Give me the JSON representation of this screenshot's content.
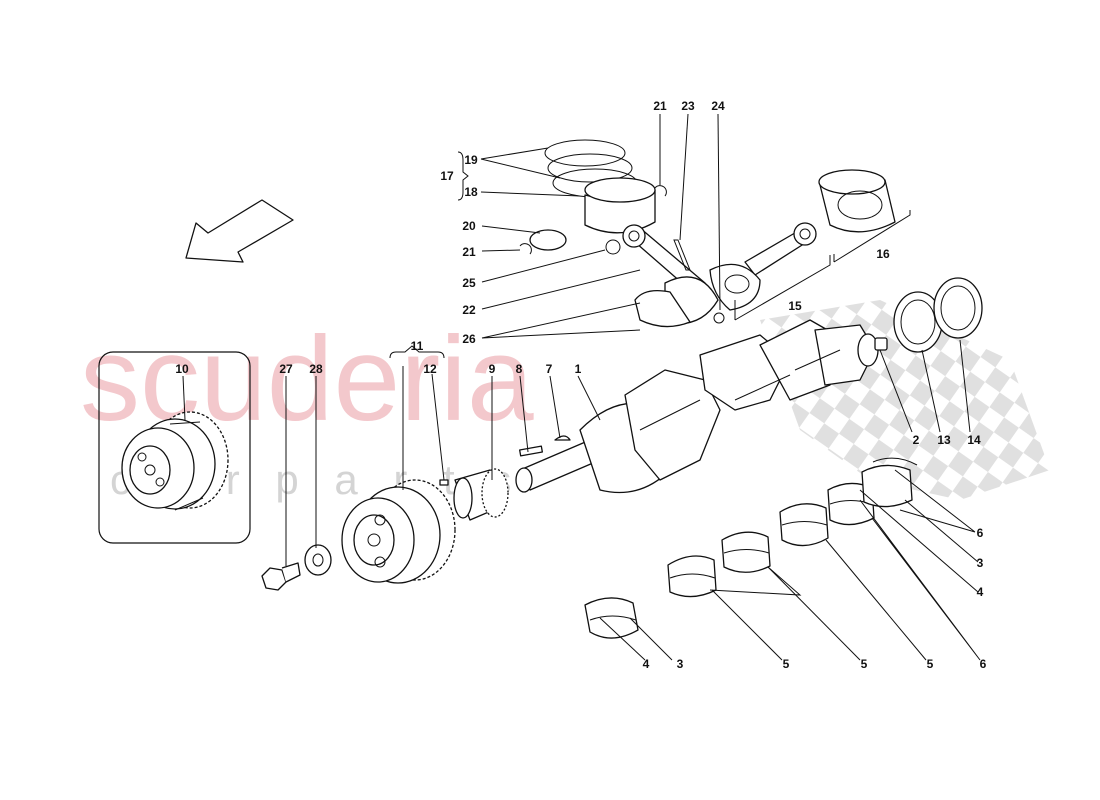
{
  "watermark": {
    "main": "scuderia",
    "sub": "c a r   p a r t s"
  },
  "callouts": {
    "c1": "1",
    "c2": "2",
    "c3a": "3",
    "c3b": "3",
    "c4a": "4",
    "c4b": "4",
    "c5a": "5",
    "c5b": "5",
    "c5c": "5",
    "c6a": "6",
    "c6b": "6",
    "c7": "7",
    "c8": "8",
    "c9": "9",
    "c10": "10",
    "c11": "11",
    "c12": "12",
    "c13": "13",
    "c14": "14",
    "c15": "15",
    "c16": "16",
    "c17": "17",
    "c18": "18",
    "c19": "19",
    "c20": "20",
    "c21a": "21",
    "c21b": "21",
    "c22": "22",
    "c23": "23",
    "c24": "24",
    "c25": "25",
    "c26": "26",
    "c27": "27",
    "c28": "28"
  }
}
